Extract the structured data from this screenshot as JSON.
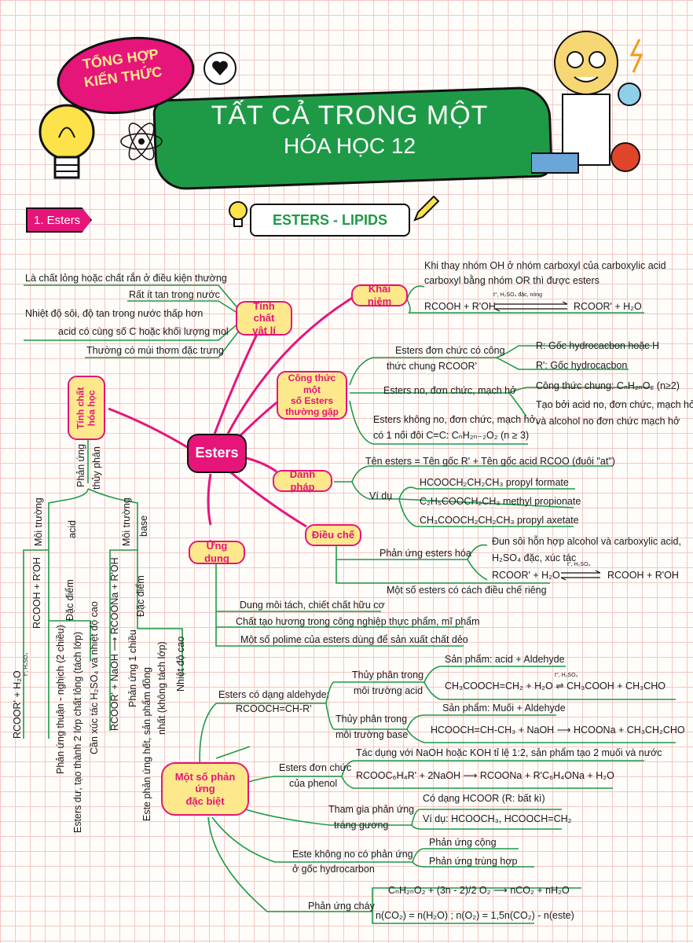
{
  "header": {
    "badge_line1": "TỔNG HỢP",
    "badge_line2": "KIẾN THỨC",
    "title": "TẤT CẢ TRONG MỘT",
    "subtitle": "HÓA HỌC 12",
    "section_label": "1. Esters",
    "topic": "ESTERS - LIPIDS"
  },
  "center": "Esters",
  "physical": {
    "node_line1": "Tính chất",
    "node_line2": "vật lí",
    "items": [
      "Là chất lỏng hoặc chất rắn ở điều kiện thường",
      "Rất ít tan trong nước",
      "Nhiệt độ sôi, độ tan trong nước thấp hơn",
      "acid có cùng số C hoặc khối lượng mol",
      "Thường có mùi thơm đặc trưng"
    ]
  },
  "concept": {
    "node": "Khái niệm",
    "line1": "Khi thay nhóm OH ở nhóm carboxyl của carboxylic acid",
    "line2": "carboxyl bằng nhóm OR thì được esters",
    "eq_left": "RCOOH + R'OH",
    "eq_cond": "t°, H₂SO₄ đặc, nóng",
    "eq_right": "RCOOR' + H₂O"
  },
  "formula": {
    "node_line1": "Công thức một",
    "node_line2": "số Esters",
    "node_line3": "thường gặp",
    "b1_line1": "Esters đơn chức có công",
    "b1_line2": "thức chung RCOOR'",
    "b1_r1": "R: Gốc hydrocacbon hoặc H",
    "b1_r2": "R': Gốc hydrocacbon",
    "b2": "Esters no, đơn chức, mạch hở",
    "b2_r1": "Công thức chung: CₙH₂ₙO₂ (n≥2)",
    "b2_r2_line1": "Tạo bởi acid no, đơn chức, mạch hở",
    "b2_r2_line2": "và alcohol no đơn chức mạch hở",
    "b3_line1": "Esters không no, đơn chức, mạch hở,",
    "b3_line2": "có 1 nối đôi C=C: CₙH₂ₙ₋₂O₂ (n ≥ 3)"
  },
  "naming": {
    "node": "Danh pháp",
    "rule": "Tên esters = Tên gốc R' + Tên gốc acid RCOO (đuôi \"at\")",
    "example_label": "Ví dụ",
    "examples": [
      "HCOOCH₂CH₂CH₃ propyl formate",
      "C₂H₅COOCH₂CH₃ methyl propionate",
      "CH₃COOCH₂CH₂CH₃ propyl axetate"
    ]
  },
  "prep": {
    "node": "Điều chế",
    "b1": "Phản ứng esters hóa",
    "b1_r1": "Đun sôi hỗn hợp alcohol và carboxylic acid,",
    "b1_r2": "H₂SO₄ đặc, xúc tác",
    "eq_left": "RCOOR' + H₂O",
    "eq_cond": "t°, H₂SO₄",
    "eq_right": "RCOOH + R'OH",
    "b2": "Một số esters có cách điều chế riêng"
  },
  "applications": {
    "node": "Ứng dụng",
    "items": [
      "Dung môi tách, chiết chất hữu cơ",
      "Chất tạo hương trong công nghiệp thực phẩm, mĩ phẩm",
      "Một số polime của esters dùng để sản xuất chất dẻo"
    ]
  },
  "chemical": {
    "node_line1": "Tính chất",
    "node_line2": "hóa học",
    "hydrolysis_line1": "Phản ứng",
    "hydrolysis_line2": "thủy phân",
    "acid_env_line1": "Môi trường",
    "acid_env_line2": "acid",
    "base_env_line1": "Môi trường",
    "base_env_line2": "base",
    "acid_eq_left": "RCOOR' + H₂O",
    "acid_eq_cond": "t°, H₂SO₄",
    "acid_eq_right": "RCOOH + R'OH",
    "acid_feature": "Đặc điểm",
    "acid_f1": "Phản ứng thuận - nghịch (2 chiều)",
    "acid_f2": "Esters dư, tạo thành 2 lớp chất lỏng (tách lớp)",
    "acid_f3": "Cần xúc tác H₂SO₄ và nhiệt độ cao",
    "base_eq": "RCOOR' + NaOH ⟶ RCOONa + R'OH",
    "base_feature": "Đặc điểm",
    "base_f1": "Phản ứng 1 chiều",
    "base_f2": "Este phản ứng hết, sản phẩm đồng",
    "base_f2b": "nhất (không tách lớp)",
    "base_f3": "Nhiệt độ cao"
  },
  "special": {
    "node_line1": "Một số phản ứng",
    "node_line2": "đặc biệt",
    "aldehyde_line1": "Esters có dạng aldehyde:",
    "aldehyde_line2": "RCOOCH=CH-R'",
    "acid_env_line1": "Thủy phân trong",
    "acid_env_line2": "môi trường acid",
    "acid_product": "Sản phẩm: acid + Aldehyde",
    "acid_eq": "CH₃COOCH=CH₂ + H₂O ⇌ CH₃COOH + CH₃CHO",
    "acid_eq_cond": "t°, H₂SO₄",
    "base_env_line1": "Thủy phân trong",
    "base_env_line2": "môi trường base",
    "base_product": "Sản phẩm: Muối + Aldehyde",
    "base_eq": "HCOOCH=CH-CH₃ + NaOH ⟶ HCOONa + CH₃CH₂CHO",
    "phenol_line1": "Esters đơn chức",
    "phenol_line2": "của phenol",
    "phenol_r1": "Tác dụng với NaOH hoặc KOH tỉ lệ 1:2, sản phẩm tạo 2 muối và nước",
    "phenol_eq": "RCOOC₆H₄R' + 2NaOH ⟶ RCOONa + R'C₆H₄ONa + H₂O",
    "silver_line1": "Tham gia phản ứng",
    "silver_line2": "tráng gương",
    "silver_r1": "Có dạng HCOOR (R: bất kì)",
    "silver_r2": "Ví dụ: HCOOCH₃, HCOOCH=CH₂",
    "unsat_line1": "Este không no có phản ứng",
    "unsat_line2": "ở gốc hydrocarbon",
    "unsat_r1": "Phản ứng cộng",
    "unsat_r2": "Phản ứng trùng hợp",
    "combustion": "Phản ứng cháy",
    "comb_eq": "CₙH₂ₙO₂ + (3n - 2)/2 O₂ ⟶ nCO₂ + nH₂O",
    "comb_rel": "n(CO₂) = n(H₂O) ; n(O₂) = 1,5n(CO₂) - n(este)"
  },
  "colors": {
    "pink": "#e6157a",
    "green": "#1e9a46",
    "yellow": "#fde98c"
  }
}
